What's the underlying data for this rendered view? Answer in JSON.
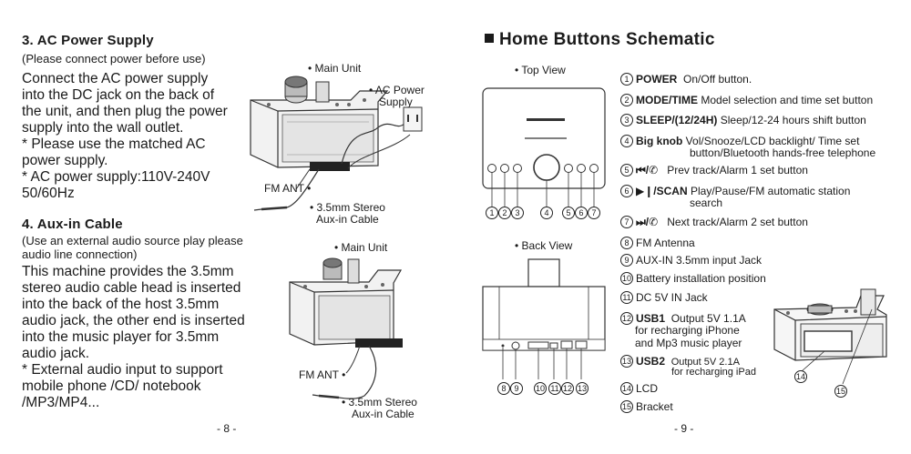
{
  "left": {
    "sec3": {
      "title": "3. AC Power Supply",
      "note": "(Please connect power before use)",
      "body": [
        "Connect the AC power supply",
        "into the DC jack on the back of",
        "the unit, and then plug the power",
        "supply into the wall outlet.",
        "* Please use the matched AC",
        "power supply.",
        "* AC power supply:110V-240V",
        "50/60Hz"
      ],
      "fig": {
        "main_unit": "Main Unit",
        "ac_power": "AC Power",
        "supply": "Supply",
        "fm_ant": "FM ANT",
        "stereo": "3.5mm Stereo",
        "aux_cable": "Aux-in Cable"
      }
    },
    "sec4": {
      "title": "4. Aux-in Cable",
      "note": [
        "(Use an external audio source play please",
        "audio line connection)"
      ],
      "body": [
        "This machine provides the 3.5mm",
        "stereo audio cable head is inserted",
        "into the back of the host 3.5mm",
        "audio jack, the other end is inserted",
        "into the music player for 3.5mm",
        "audio jack.",
        "* External audio input to support",
        "mobile phone /CD/ notebook",
        "/MP3/MP4..."
      ],
      "fig": {
        "main_unit": "Main Unit",
        "fm_ant": "FM ANT",
        "stereo": "3.5mm Stereo",
        "aux_cable": "Aux-in Cable"
      }
    },
    "page": "- 8 -"
  },
  "right": {
    "title": "Home Buttons Schematic",
    "top_view": "Top View",
    "back_view": "Back View",
    "items": [
      {
        "n": "1",
        "bold": "POWER",
        "text": "On/Off button."
      },
      {
        "n": "2",
        "bold": "MODE/TIME",
        "text": "Model selection and time set button"
      },
      {
        "n": "3",
        "bold": "SLEEP/(12/24H)",
        "text": "Sleep/12-24 hours shift button"
      },
      {
        "n": "4",
        "bold": "Big knob",
        "text": "Vol/Snooze/LCD backlight/ Time set",
        "text2": "button/Bluetooth hands-free telephone"
      },
      {
        "n": "5",
        "bold": "⏮/✆",
        "text": "Prev track/Alarm 1 set button"
      },
      {
        "n": "6",
        "bold": "▶❙/SCAN",
        "text": "Play/Pause/FM automatic station",
        "text2": "search"
      },
      {
        "n": "7",
        "bold": "⏭/✆",
        "text": "Next track/Alarm 2 set button"
      },
      {
        "n": "8",
        "bold": "",
        "text": "FM Antenna"
      },
      {
        "n": "9",
        "bold": "",
        "text": "AUX-IN 3.5mm input Jack"
      },
      {
        "n": "10",
        "bold": "",
        "text": "Battery installation position"
      },
      {
        "n": "11",
        "bold": "",
        "text": "DC 5V IN Jack"
      },
      {
        "n": "12",
        "bold": "USB1",
        "text": "Output 5V 1.1A",
        "text2": "for recharging iPhone",
        "text3": "and Mp3 music player"
      },
      {
        "n": "13",
        "bold": "USB2",
        "text": "Output 5V 2.1A",
        "text2": "for recharging iPad"
      },
      {
        "n": "14",
        "bold": "",
        "text": "LCD"
      },
      {
        "n": "15",
        "bold": "",
        "text": "Bracket"
      }
    ],
    "top_callouts": [
      "1",
      "2",
      "3",
      "4",
      "5",
      "6",
      "7"
    ],
    "back_callouts": [
      "8",
      "9",
      "10",
      "11",
      "12",
      "13"
    ],
    "side_callouts": [
      "14",
      "15"
    ],
    "page": "- 9 -"
  }
}
